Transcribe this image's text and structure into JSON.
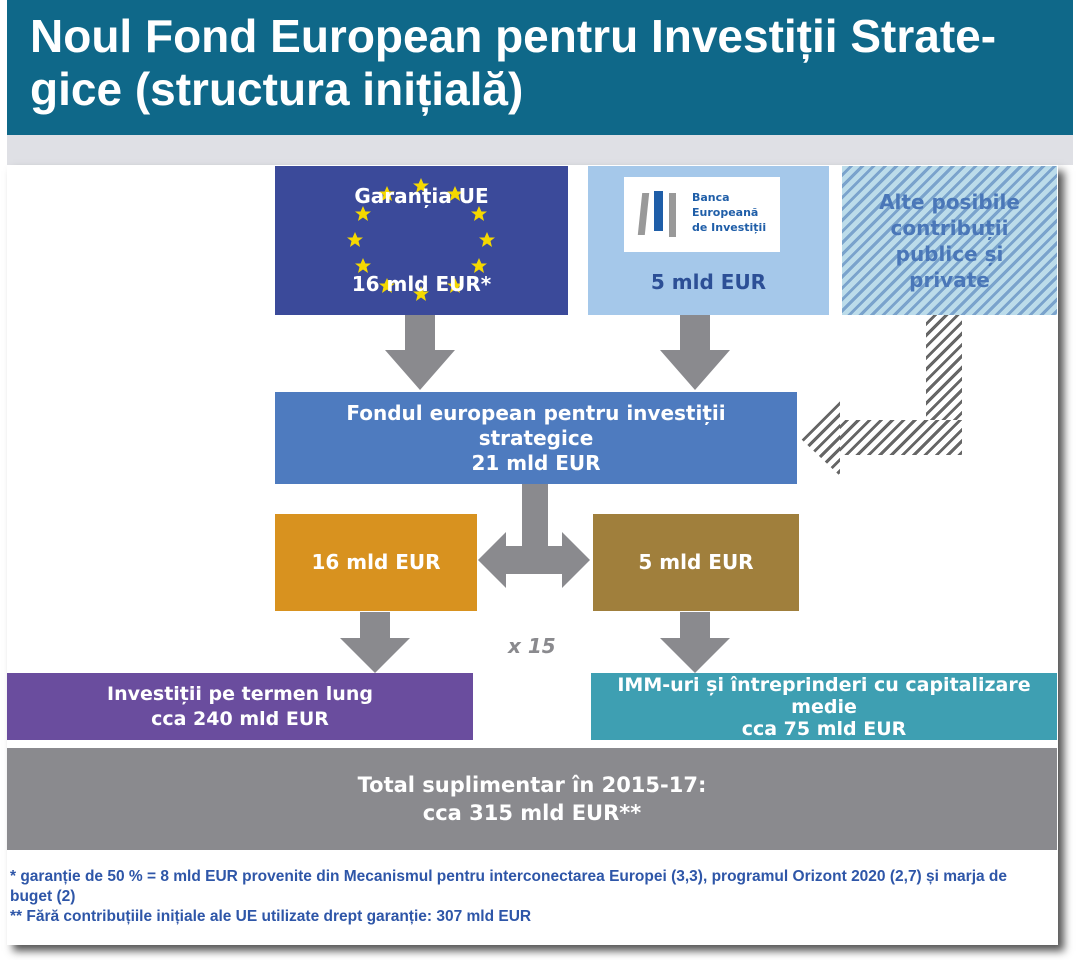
{
  "title": "Noul Fond European pentru Investiții Strate-gice (structura inițială)",
  "eu_guarantee": {
    "label": "Garanția UE",
    "amount": "16 mld EUR*"
  },
  "eib": {
    "logo_text": [
      "Banca",
      "Europeană",
      "de Investiții"
    ],
    "amount": "5 mld EUR"
  },
  "other": {
    "label": "Alte posibile contribuții publice și private"
  },
  "fund": {
    "line1": "Fondul european pentru investiții",
    "line2": "strategice",
    "amount": "21 mld EUR"
  },
  "split": {
    "left": "16 mld EUR",
    "right": "5 mld EUR",
    "multiplier": "x 15"
  },
  "outcomes": {
    "long_term": {
      "line1": "Investiții pe termen lung",
      "line2": "cca 240 mld EUR"
    },
    "sme": {
      "line1": "IMM-uri și întreprinderi cu capitalizare medie",
      "line2": "cca 75 mld EUR"
    }
  },
  "total": {
    "line1": "Total suplimentar în 2015-17:",
    "line2": "cca 315 mld EUR**"
  },
  "footnotes": [
    "* garanție de 50 %  = 8 mld EUR provenite din Mecanismul pentru interconectarea Europei (3,3), programul Orizont 2020 (2,7) și marja de buget (2)",
    "** Fără contribuțiile inițiale ale UE utilizate drept garanție: 307 mld EUR"
  ],
  "colors": {
    "title_bg": "#0f6889",
    "eu": "#3b4a9a",
    "eib": "#a5c8ea",
    "fund": "#4e7bbf",
    "orange": "#d8921f",
    "brown": "#a07f3c",
    "purple": "#6a4d9e",
    "teal": "#3e9fb2",
    "gray": "#8a8a8e"
  }
}
